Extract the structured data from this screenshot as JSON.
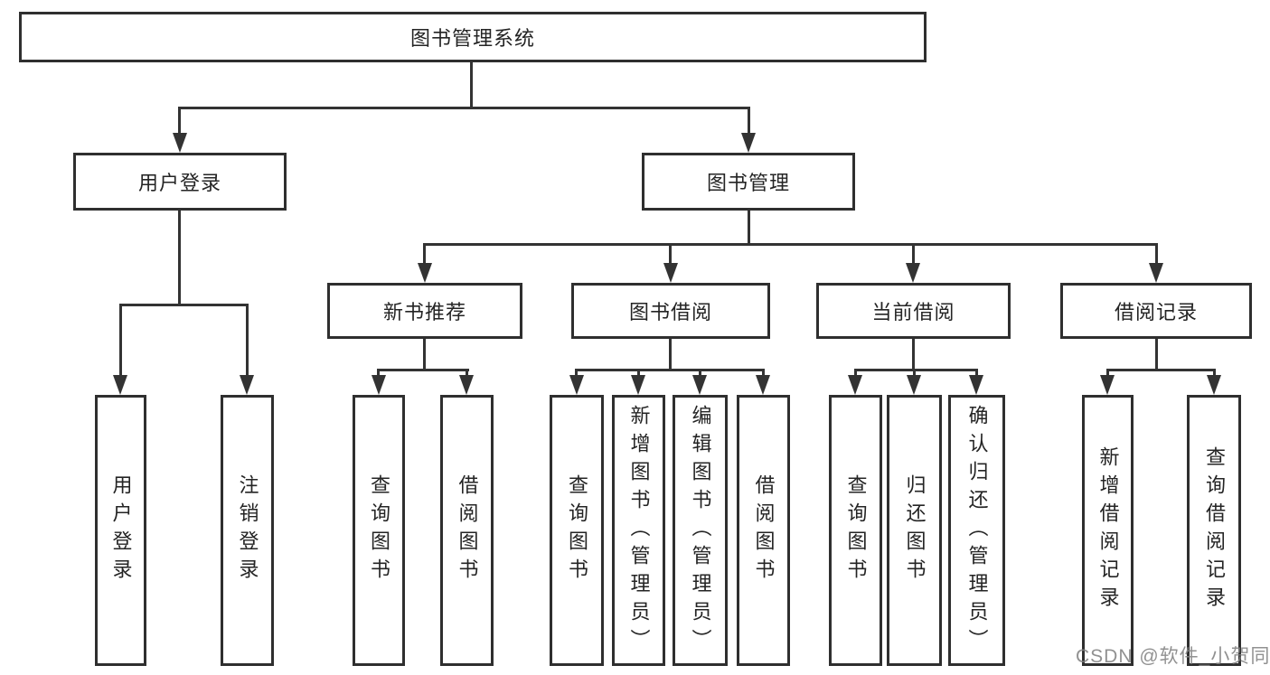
{
  "nodes": {
    "root": "图书管理系统",
    "user_login": "用户登录",
    "book_mgmt": "图书管理",
    "new_book_rec": "新书推荐",
    "book_borrow": "图书借阅",
    "current_borrow": "当前借阅",
    "borrow_record": "借阅记录",
    "leaf_user_login": "用户登录",
    "leaf_logout": "注销登录",
    "leaf_nb_query": "查询图书",
    "leaf_nb_borrow": "借阅图书",
    "leaf_bb_query": "查询图书",
    "leaf_bb_add": "新增图书（管理员）",
    "leaf_bb_edit": "编辑图书（管理员）",
    "leaf_bb_borrow": "借阅图书",
    "leaf_cb_query": "查询图书",
    "leaf_cb_return": "归还图书",
    "leaf_cb_confirm": "确认归还（管理员）",
    "leaf_br_add": "新增借阅记录",
    "leaf_br_query": "查询借阅记录"
  },
  "tree": {
    "图书管理系统": {
      "用户登录": [
        "用户登录",
        "注销登录"
      ],
      "图书管理": {
        "新书推荐": [
          "查询图书",
          "借阅图书"
        ],
        "图书借阅": [
          "查询图书",
          "新增图书（管理员）",
          "编辑图书（管理员）",
          "借阅图书"
        ],
        "当前借阅": [
          "查询图书",
          "归还图书",
          "确认归还（管理员）"
        ],
        "借阅记录": [
          "新增借阅记录",
          "查询借阅记录"
        ]
      }
    }
  },
  "watermark": "CSDN @软件_小贺同学",
  "colors": {
    "line": "#333333",
    "box_border": "#2f2f2f",
    "box_bg": "#ffffff",
    "text": "#242424",
    "watermark": "#828282"
  }
}
